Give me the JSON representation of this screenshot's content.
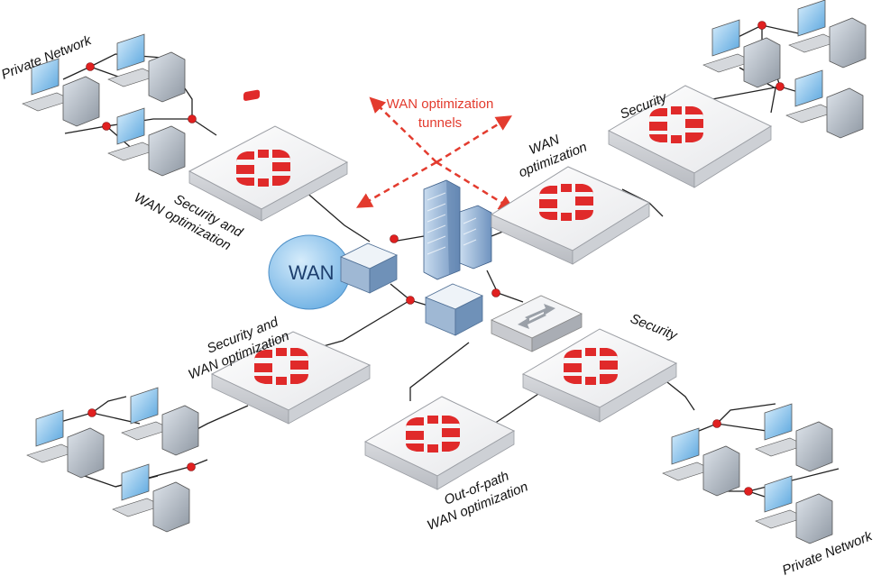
{
  "labels": {
    "private_network_top": "Private Network",
    "private_network_bottom": "Private Network",
    "wan_tunnels_line1": "WAN optimization",
    "wan_tunnels_line2": "tunnels",
    "tl_device_line1": "Security and",
    "tl_device_line2": "WAN optimization",
    "tr_security": "Security",
    "tr_wan_line1": "WAN",
    "tr_wan_line2": "optimization",
    "bl_device_line1": "Security and",
    "bl_device_line2": "WAN optimization",
    "br_security": "Security",
    "bc_device_line1": "Out-of-path",
    "bc_device_line2": "WAN optimization",
    "wan_cloud": "WAN",
    "brand": "FORTINET"
  },
  "colors": {
    "fortinet_red": "#e02a2a",
    "tunnel_red": "#e33b2e",
    "wan_cloud": "#8ec3ec",
    "link_dot": "#e02020"
  }
}
